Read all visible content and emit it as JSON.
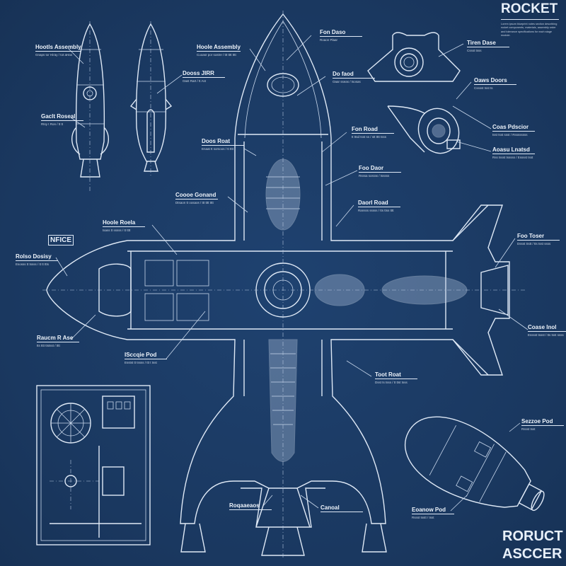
{
  "title": "ROCKET",
  "description": "Lorem ipsum blueprint notes section describing rocket components, materials, assembly order and tolerance specifications for each stage module.",
  "note_box": "NFICE",
  "footer": {
    "line1": "RORUCT",
    "line2": "ASCCER"
  },
  "labels": [
    {
      "title": "Hootls Assembly",
      "sub": "Gnaps tor Hiray / tot aHas"
    },
    {
      "title": "Dooss JIRR",
      "sub": "Oast Rart / tt Ast"
    },
    {
      "title": "Gaclt Roseal",
      "sub": "Rtsy t Ron / tt tt"
    },
    {
      "title": "Hoole Assembly",
      "sub": "Cuoasr por sostre / ttt tttt tttt"
    },
    {
      "title": "Fon Daso",
      "sub": "Roaon Plaar"
    },
    {
      "title": "Do faod",
      "sub": "Oaar sseas / tsosas"
    },
    {
      "title": "Doos Roat",
      "sub": "Enaat tt sorsoos / tt tttt"
    },
    {
      "title": "Fon Road",
      "sub": "tt ttsd tsst ss / stt tttt tsss"
    },
    {
      "title": "Foo Daor",
      "sub": "Rsssa sosras / tsssss"
    },
    {
      "title": "Coooe Gonand",
      "sub": "Dtsaon tt oosaos / ttt tttt tttt"
    },
    {
      "title": "Daorl Road",
      "sub": "Ransss sssss / tts ttss tttt"
    },
    {
      "title": "Hoole Roela",
      "sub": "tsass tt sssss / tt tttt"
    },
    {
      "title": "Rolso Dosisy",
      "sub": "Esosss tt tssss / tt tt ttts"
    },
    {
      "title": "Raucm R Ase",
      "sub": "tts tttt ttstsst / tttt"
    },
    {
      "title": "ISccqie Pod",
      "sub": "Esstst tt tssss / ttt t tsst"
    },
    {
      "title": "Toot Roat",
      "sub": "Dsst ts tsss / tt ttst tsss"
    },
    {
      "title": "Foo Toser",
      "sub": "Dssst Sstt / tts tsst ssss"
    },
    {
      "title": "Coase Inol",
      "sub": "Esssst tssst / tts tsst ssss"
    },
    {
      "title": "Tiren Dase",
      "sub": "Cssst tsss"
    },
    {
      "title": "Oaws Doors",
      "sub": "Csssst tsst ts"
    },
    {
      "title": "Coas Pdscior",
      "sub": "tsst tsst ssst / Rssssssss"
    },
    {
      "title": "Aoasu Lnatsd",
      "sub": "Rss tssst tsssss / Esssst tsst"
    },
    {
      "title": "Sezzoe Pod",
      "sub": "Rssst tsst"
    },
    {
      "title": "Eoanow Pod",
      "sub": "Rssst tsstt / tsst"
    },
    {
      "title": "Roqaaeaos",
      "sub": ""
    },
    {
      "title": "Canoal",
      "sub": ""
    }
  ],
  "colors": {
    "background": "#1b3a64",
    "line": "#dfe9f6"
  }
}
